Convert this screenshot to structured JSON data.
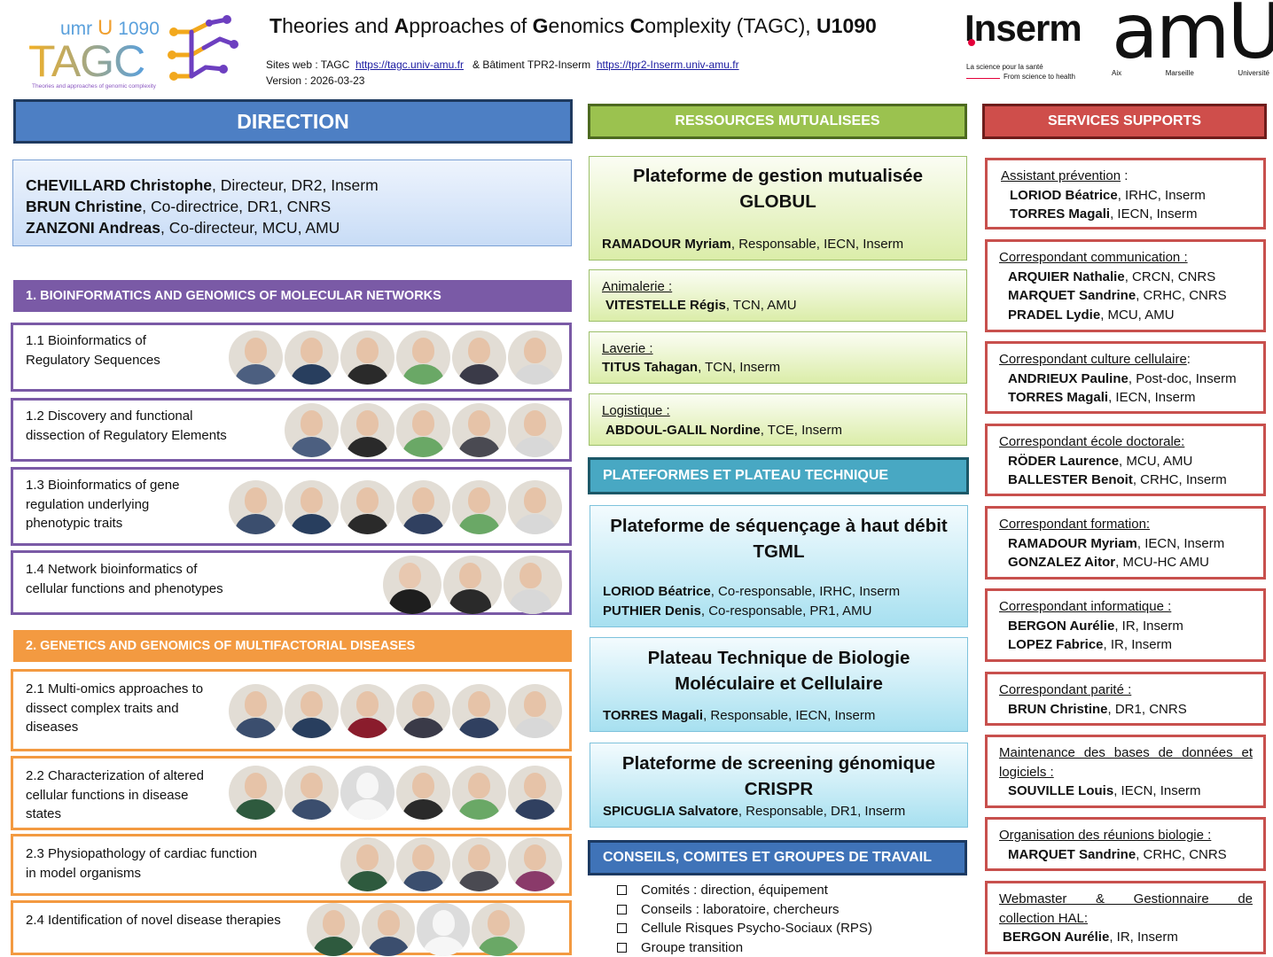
{
  "logos": {
    "tagc_umr": "umr",
    "tagc_u": "U",
    "tagc_num": "1090",
    "tagc_word": "TAGC",
    "tagc_tagline": "Theories and approaches of genomic complexity",
    "inserm_word": "Inserm",
    "inserm_tag_fr": "La science pour la santé",
    "inserm_tag_en": "From science to health",
    "amu_word": "amU",
    "amu_sub": [
      "Aix",
      "Marseille",
      "Université"
    ]
  },
  "header": {
    "title_t": "T",
    "title_heories": "heories and ",
    "title_a": "A",
    "title_pproaches": "pproaches of ",
    "title_g": "G",
    "title_enomics": "enomics ",
    "title_c": "C",
    "title_omplexity": "omplexity (TAGC), ",
    "title_unit": "U1090",
    "sites_label": "Sites web : TAGC",
    "sites_url1": "https://tagc.univ-amu.fr",
    "sites_mid": "& Bâtiment TPR2-Inserm",
    "sites_url2": "https://tpr2-Inserm.univ-amu.fr",
    "version": "Version : 2026-03-23"
  },
  "banners": {
    "direction": "DIRECTION",
    "ressources": "RESSOURCES MUTUALISEES",
    "services": "SERVICES SUPPORTS",
    "plateformes": "PLATEFORMES ET PLATEAU TECHNIQUE",
    "conseils": "CONSEILS, COMITES ET GROUPES DE TRAVAIL"
  },
  "direction": [
    {
      "name": "CHEVILLARD Christophe",
      "rest": ", Directeur, DR2, Inserm"
    },
    {
      "name": "BRUN Christine",
      "rest": ", Co-directrice, DR1, CNRS"
    },
    {
      "name": "ZANZONI Andreas",
      "rest": ", Co-directeur, MCU, AMU"
    }
  ],
  "section1": {
    "title": "1. BIOINFORMATICS AND GENOMICS OF MOLECULAR NETWORKS",
    "teams": [
      {
        "lines": [
          "1.1 Bioinformatics of",
          "Regulatory  Sequences"
        ]
      },
      {
        "lines": [
          "1.2 Discovery and functional",
          "dissection of Regulatory Elements"
        ]
      },
      {
        "lines": [
          "1.3 Bioinformatics of gene",
          " regulation underlying",
          "phenotypic traits"
        ]
      },
      {
        "lines": [
          "1.4 Network bioinformatics of",
          "cellular functions and phenotypes"
        ]
      }
    ]
  },
  "section2": {
    "title": "2. GENETICS AND GENOMICS OF MULTIFACTORIAL DISEASES",
    "teams": [
      {
        "lines": [
          "2.1 Multi-omics approaches to",
          "dissect complex traits and",
          "diseases"
        ]
      },
      {
        "lines": [
          "2.2 Characterization of altered",
          "cellular functions in disease",
          "states"
        ]
      },
      {
        "lines": [
          "2.3 Physiopathology of cardiac function",
          "in model organisms"
        ]
      },
      {
        "lines": [
          "2.4 Identification of novel disease therapies"
        ]
      }
    ]
  },
  "ressources": {
    "globul": {
      "title1": "Plateforme de gestion mutualisée",
      "title2": "GLOBUL",
      "name": "RAMADOUR Myriam",
      "rest": ", Responsable, IECN, Inserm"
    },
    "animalerie": {
      "label": "Animalerie :",
      "name": "VITESTELLE Régis",
      "rest": ", TCN, AMU"
    },
    "laverie": {
      "label": "Laverie :",
      "name": "TITUS Tahagan",
      "rest": ", TCN, Inserm"
    },
    "logistique": {
      "label": "Logistique :",
      "name": "ABDOUL-GALIL Nordine",
      "rest": ", TCE, Inserm"
    }
  },
  "plateformes": {
    "tgml": {
      "title1": "Plateforme de séquençage à haut débit",
      "title2": "TGML",
      "p1_name": "LORIOD Béatrice",
      "p1_rest": ", Co-responsable, IRHC, Inserm",
      "p2_name": "PUTHIER Denis",
      "p2_rest": ", Co-responsable, PR1, AMU"
    },
    "biomol": {
      "title1": "Plateau Technique de Biologie",
      "title2": "Moléculaire et Cellulaire",
      "name": "TORRES Magali",
      "rest": ", Responsable, IECN, Inserm"
    },
    "crispr": {
      "title1": "Plateforme de screening génomique",
      "title2": "CRISPR",
      "name": "SPICUGLIA Salvatore",
      "rest": ", Responsable, DR1, Inserm"
    }
  },
  "conseils": [
    "Comités : direction, équipement",
    "Conseils : laboratoire, chercheurs",
    "Cellule Risques Psycho-Sociaux (RPS)",
    "Groupe transition"
  ],
  "services": [
    {
      "head": "Assistant prévention",
      "tail": " :",
      "people": [
        {
          "name": "LORIOD Béatrice",
          "rest": ", IRHC, Inserm"
        },
        {
          "name": "TORRES Magali",
          "rest": ", IECN, Inserm"
        }
      ]
    },
    {
      "head": "Correspondant communication :",
      "tail": "",
      "people": [
        {
          "name": "ARQUIER Nathalie",
          "rest": ", CRCN, CNRS"
        },
        {
          "name": "MARQUET Sandrine",
          "rest": ", CRHC, CNRS"
        },
        {
          "name": "PRADEL Lydie",
          "rest": ", MCU, AMU"
        }
      ]
    },
    {
      "head": "Correspondant culture cellulaire",
      "tail": ":",
      "people": [
        {
          "name": "ANDRIEUX Pauline",
          "rest": ", Post-doc, Inserm"
        },
        {
          "name": "TORRES Magali",
          "rest": ", IECN, Inserm"
        }
      ]
    },
    {
      "head": "Correspondant école doctorale:",
      "tail": "",
      "people": [
        {
          "name": "RÖDER Laurence",
          "rest": ", MCU, AMU"
        },
        {
          "name": "BALLESTER Benoit",
          "rest": ", CRHC, Inserm"
        }
      ]
    },
    {
      "head": "Correspondant formation:",
      "tail": "",
      "people": [
        {
          "name": "RAMADOUR Myriam",
          "rest": ", IECN, Inserm"
        },
        {
          "name": "GONZALEZ Aitor",
          "rest": ", MCU-HC AMU"
        }
      ]
    },
    {
      "head": "Correspondant informatique :",
      "tail": "",
      "people": [
        {
          "name": "BERGON Aurélie",
          "rest": ", IR, Inserm"
        },
        {
          "name": "LOPEZ Fabrice",
          "rest": ", IR, Inserm"
        }
      ]
    },
    {
      "head": "Correspondant parité :",
      "tail": "",
      "people": [
        {
          "name": "BRUN Christine",
          "rest": ", DR1, CNRS"
        }
      ]
    },
    {
      "head1": "Maintenance des bases de données et",
      "head2": "logiciels :",
      "people": [
        {
          "name": "SOUVILLE Louis",
          "rest": ", IECN, Inserm"
        }
      ]
    },
    {
      "head": "Organisation des réunions biologie :",
      "tail": "",
      "people": [
        {
          "name": "MARQUET Sandrine",
          "rest": ", CRHC, CNRS"
        }
      ]
    },
    {
      "head1": "Webmaster & Gestionnaire de",
      "head2": "collection HAL:",
      "people": [
        {
          "name": "BERGON Aurélie",
          "rest": ", IR, Inserm"
        }
      ]
    }
  ],
  "colors": {
    "direction": "#4d7fc4",
    "ressources": "#9bc24f",
    "services": "#cf4e4b",
    "plateformes": "#48a8c3",
    "conseils": "#3f73b8",
    "section1": "#7a5aa6",
    "section2": "#f39a41"
  }
}
